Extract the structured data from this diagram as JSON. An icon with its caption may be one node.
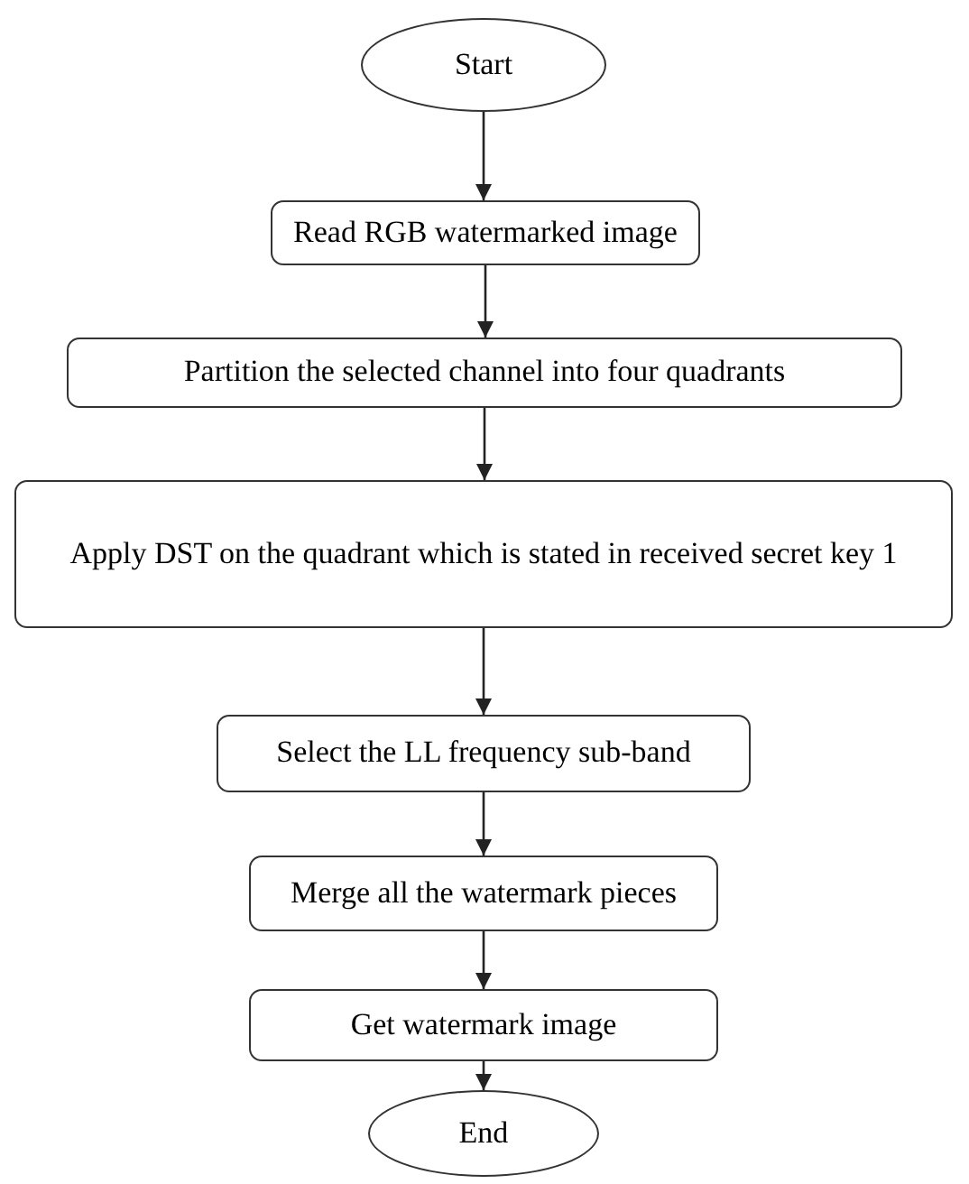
{
  "diagram": {
    "nodes": [
      {
        "text": [
          "Start"
        ]
      },
      {
        "text": [
          "Read RGB watermarked image"
        ]
      },
      {
        "text": [
          "Partition the selected channel into four quadrants"
        ]
      },
      {
        "text": [
          "Apply DST on the quadrant which is stated in received secret key 1"
        ]
      },
      {
        "text": [
          "Select the LL frequency sub-band"
        ]
      },
      {
        "text": [
          "Merge all the watermark pieces"
        ]
      },
      {
        "text": [
          "Get watermark image"
        ]
      },
      {
        "text": [
          "End"
        ]
      }
    ],
    "edges": [
      {
        "from": 0,
        "to": 1,
        "arrow": "to"
      },
      {
        "from": 1,
        "to": 2,
        "arrow": "to"
      },
      {
        "from": 2,
        "to": 3,
        "arrow": "to"
      },
      {
        "from": 3,
        "to": 4,
        "arrow": "to"
      },
      {
        "from": 4,
        "to": 5,
        "arrow": "to"
      },
      {
        "from": 5,
        "to": 6,
        "arrow": "to"
      },
      {
        "from": 6,
        "to": 7,
        "arrow": "to"
      }
    ]
  }
}
